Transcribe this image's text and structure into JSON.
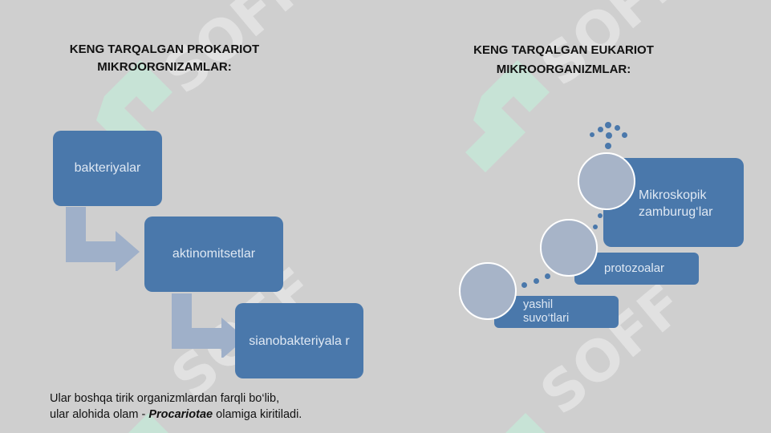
{
  "left": {
    "title_line1": "KENG TARQALGAN PROKARIOT",
    "title_line2": "MIKROORGNIZAMLAR:",
    "steps": [
      "bakteriyalar",
      "aktinomitsetlar",
      "sianobakteriyala r"
    ]
  },
  "right": {
    "title_line1": "KENG TARQALGAN EUKARIOT",
    "title_line2": "MIKROORGANIZMLAR:",
    "items": [
      "Mikroskopik zamburug‘lar",
      "protozoalar",
      "yashil suvo‘tlari"
    ]
  },
  "note": {
    "line1": "Ular boshqa tirik organizmlardan farqli bo‘lib,",
    "line2_prefix": "ular alohida olam - ",
    "line2_emph": "Procariotae",
    "line2_suffix": " olamiga kiritiladi."
  },
  "colors": {
    "box": "#4a78ab",
    "arrow": "#9fb0c9",
    "circle": "#a7b4c8",
    "background": "#cfcfcf",
    "watermark_green": "#bfe9d8"
  }
}
